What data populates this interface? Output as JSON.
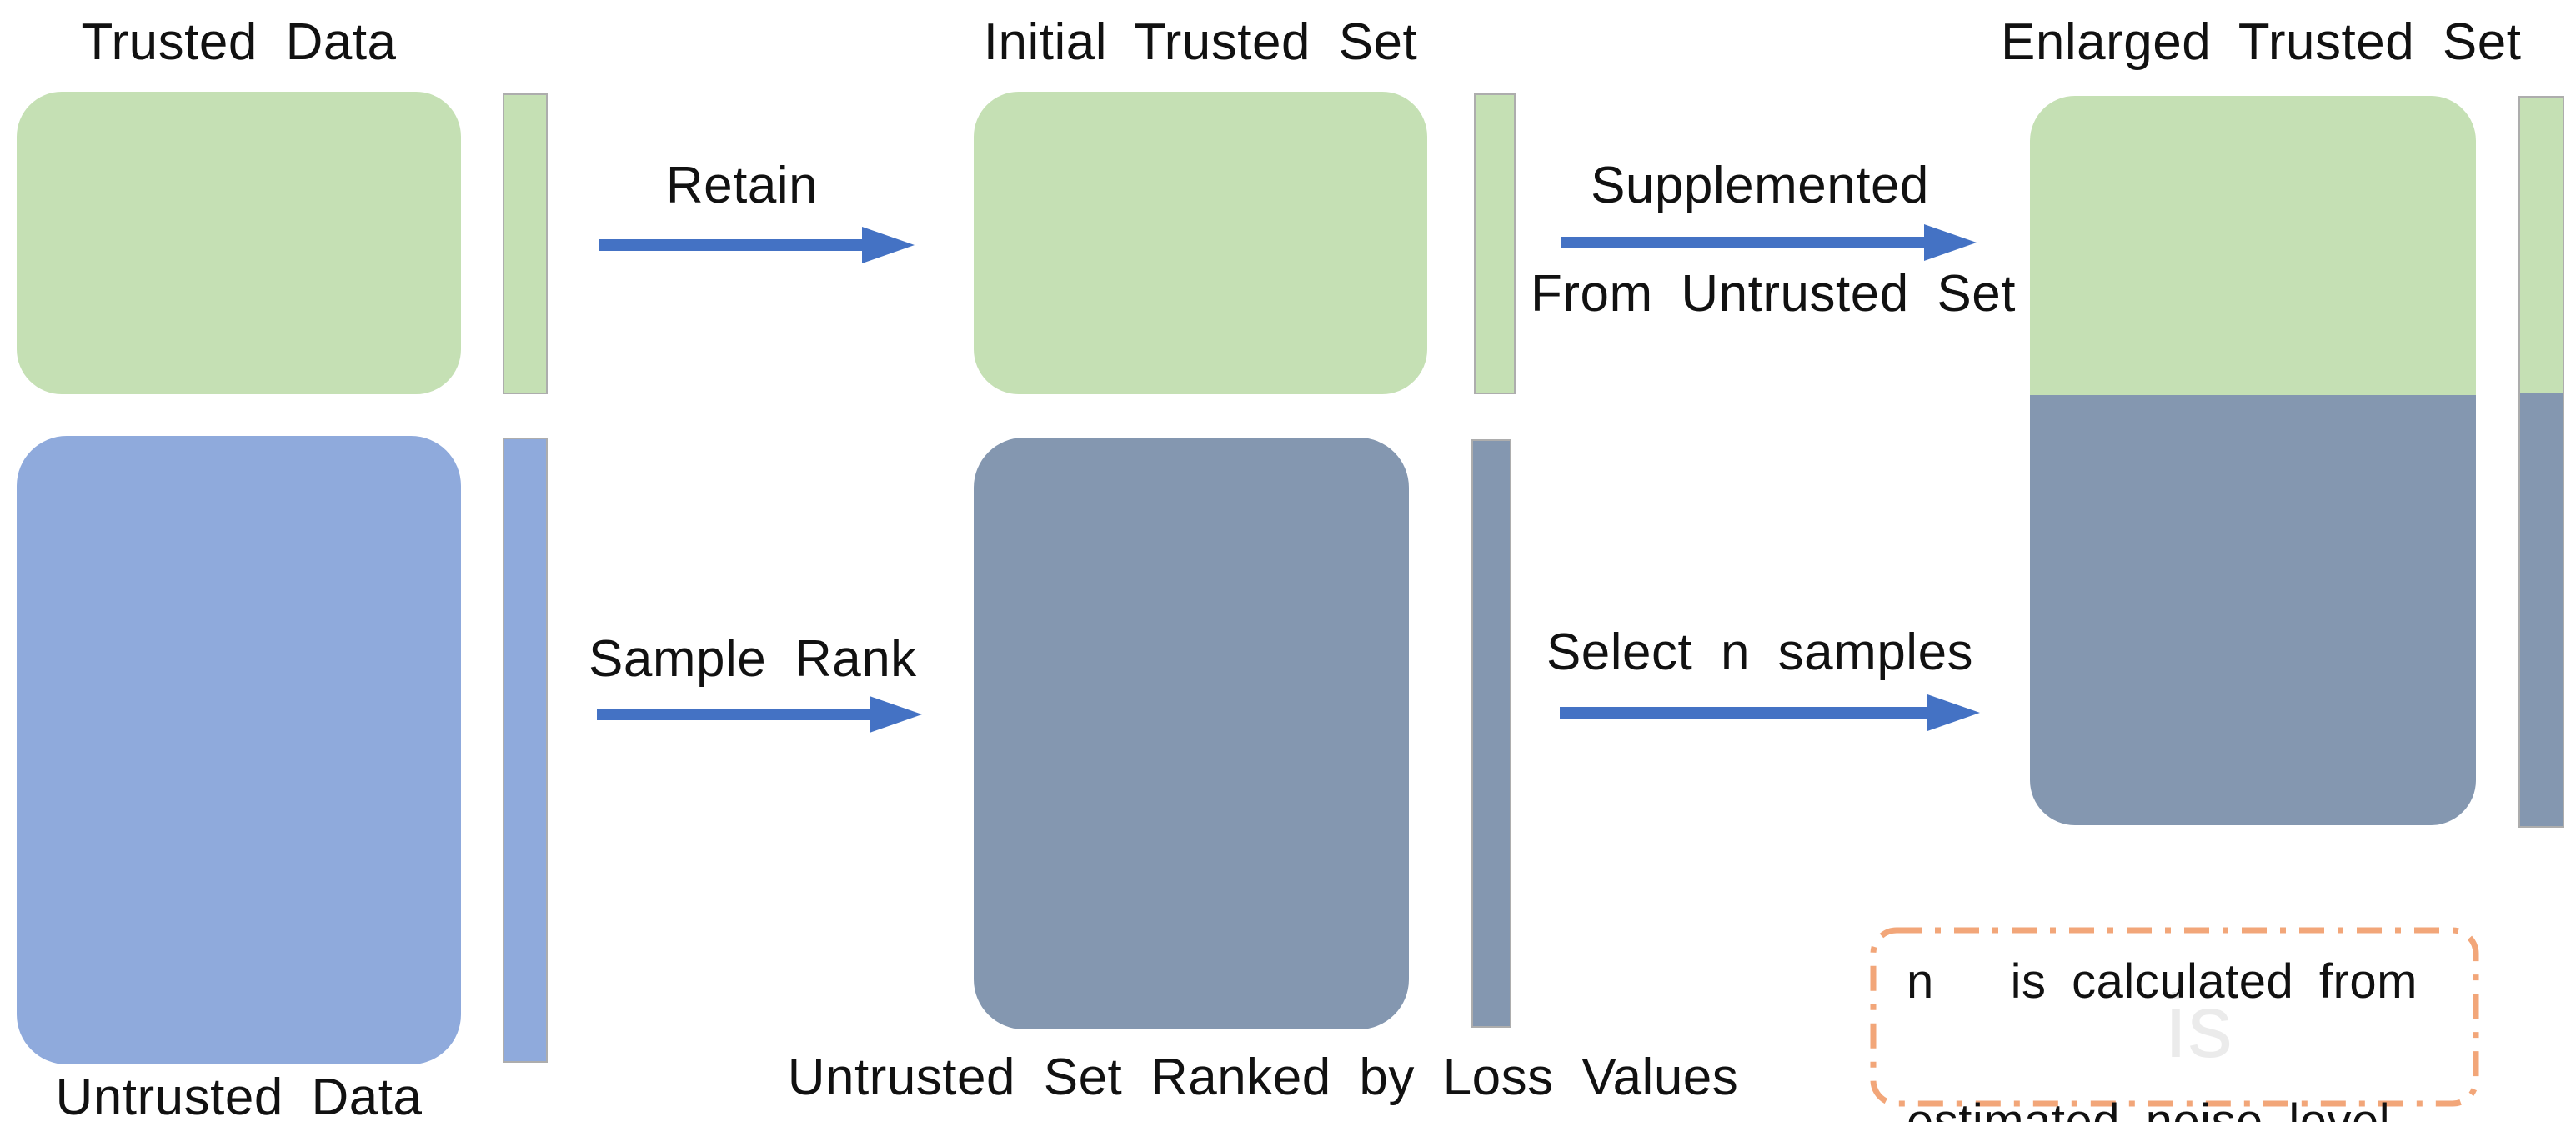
{
  "figure": {
    "background": "#FFFFFF",
    "colors": {
      "trusted_green": "#C5E0B4",
      "untrusted_blue": "#8FAADC",
      "ranked_slate": "#8497B0",
      "arrow_blue": "#4472C4",
      "note_border_peach": "#F2A679",
      "text": "#111111"
    }
  },
  "labels": {
    "trusted_data": "Trusted Data",
    "untrusted_data": "Untrusted Data",
    "initial_trusted_set": "Initial Trusted Set",
    "untrusted_ranked": "Untrusted Set Ranked by Loss Values",
    "enlarged_trusted_set": "Enlarged Trusted Set"
  },
  "arrows": {
    "retain": {
      "label": "Retain"
    },
    "sample_rank": {
      "label": "Sample Rank"
    },
    "supplemented": {
      "label": "Supplemented",
      "sublabel": "From Untrusted Set"
    },
    "select_n": {
      "label": "Select n samples"
    }
  },
  "note": {
    "line1": "n   is calculated from",
    "line2": "estimated noise level",
    "watermark": "is"
  }
}
